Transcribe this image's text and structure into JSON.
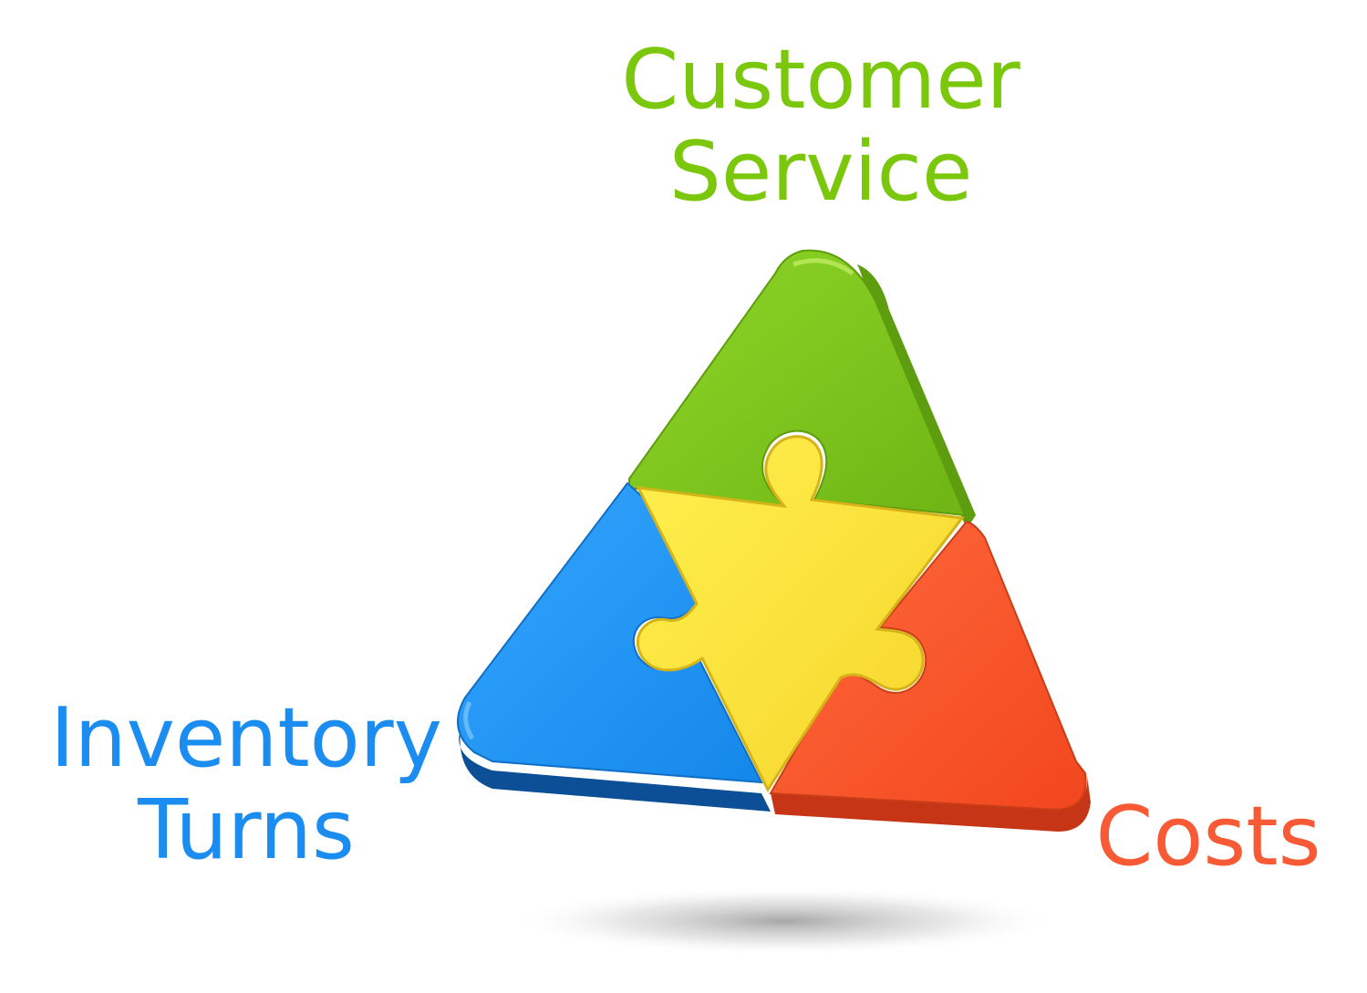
{
  "labels": {
    "customer_service": {
      "line1": "Customer",
      "line2": "Service"
    },
    "inventory_turns": {
      "line1": "Inventory",
      "line2": "Turns"
    },
    "costs": {
      "line1": "Costs"
    }
  },
  "colors": {
    "customer_service": "#7ac70c",
    "inventory_turns": "#1b8cf0",
    "costs": "#f75a34",
    "center": "#fbe13a"
  }
}
